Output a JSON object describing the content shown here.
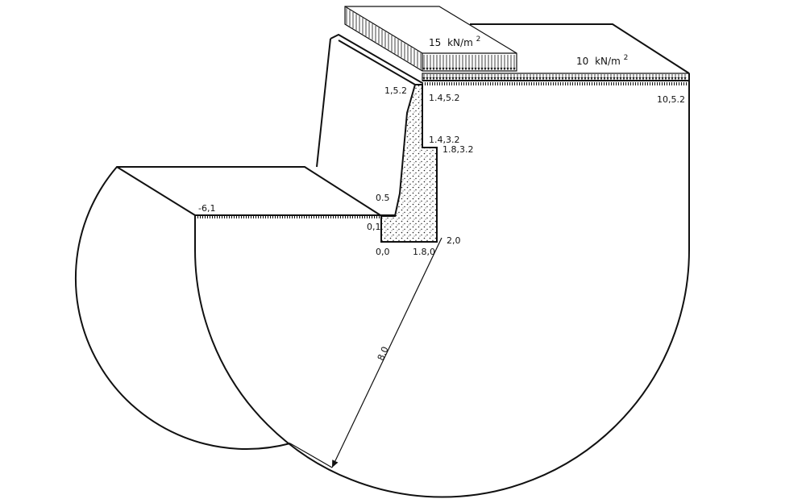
{
  "loads": {
    "strip_load": {
      "value": "15",
      "unit": "kN/m",
      "exp": "2"
    },
    "uniform_load": {
      "value": "10",
      "unit": "kN/m",
      "exp": "2"
    }
  },
  "points": {
    "p_1_5_2": "1,5.2",
    "p_1_4_5_2": "1.4,5.2",
    "p_10_5_2": "10,5.2",
    "p_1_4_3_2": "1.4,3.2",
    "p_1_8_3_2": "1.8,3.2",
    "p_0_5": "0.5",
    "p_0_1": "0,1",
    "p_neg6_1": "-6,1",
    "p_0_0": "0,0",
    "p_1_8_0": "1.8,0",
    "p_2_0": "2,0"
  },
  "radius_label": "8.0",
  "colors": {
    "line": "#111111",
    "background": "#ffffff"
  }
}
